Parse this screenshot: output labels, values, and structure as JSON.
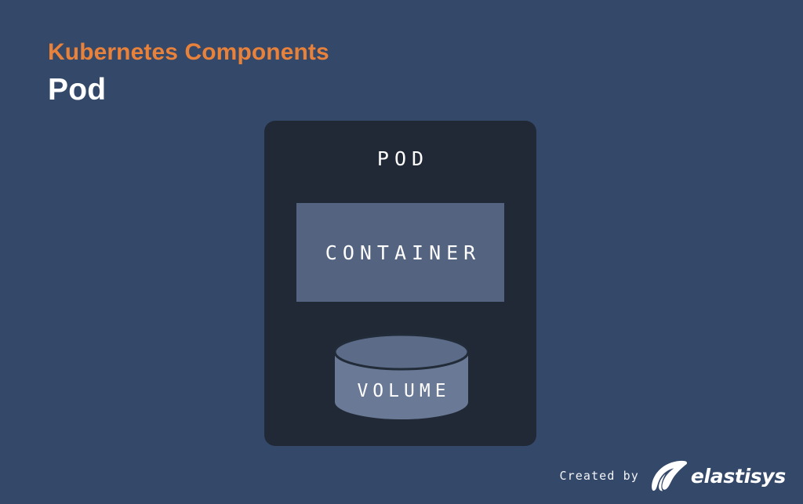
{
  "slide": {
    "eyebrow": "Kubernetes Components",
    "title": "Pod",
    "background_color": "#34486a",
    "accent_color": "#e8813a",
    "text_color": "#ffffff"
  },
  "diagram": {
    "pod": {
      "label": "POD",
      "fill_color": "#212936"
    },
    "container": {
      "label": "CONTAINER",
      "fill_color": "#546480"
    },
    "volume": {
      "label": "VOLUME",
      "fill_color": "#6a7996",
      "top_color": "#5b6b88",
      "shape": "cylinder-icon"
    }
  },
  "footer": {
    "credit_text": "Created by",
    "brand_name": "elastisys",
    "brand_mark": "elastisys-shell-logo-icon"
  }
}
